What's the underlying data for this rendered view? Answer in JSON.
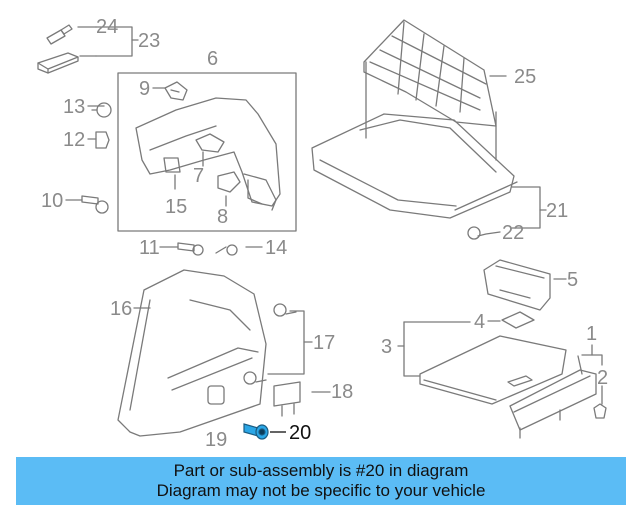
{
  "labels": [
    "24",
    "23",
    "6",
    "9",
    "25",
    "13",
    "12",
    "10",
    "15",
    "7",
    "8",
    "21",
    "22",
    "11",
    "14",
    "5",
    "16",
    "4",
    "17",
    "3",
    "1",
    "2",
    "18",
    "19",
    "20"
  ],
  "highlight": "20",
  "banner": {
    "line1": "Part or sub-assembly is #20 in diagram",
    "line2": "Diagram may not be specific to your vehicle"
  },
  "colors": {
    "line": "#7a7a7a",
    "highlight_part": "#2aa6e6",
    "banner": "#5bbcf5"
  }
}
